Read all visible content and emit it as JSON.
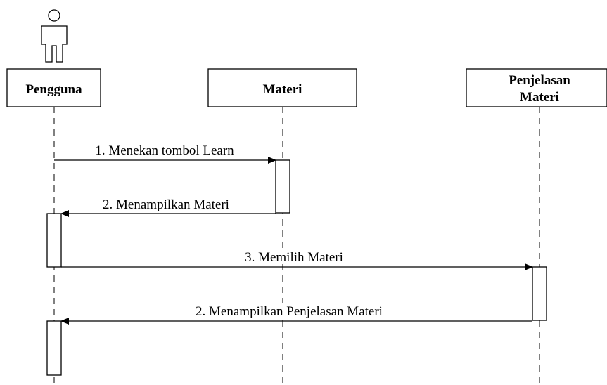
{
  "participants": [
    {
      "id": "pengguna",
      "lines": [
        "Pengguna"
      ],
      "is_actor": true
    },
    {
      "id": "materi",
      "lines": [
        "Materi"
      ],
      "is_actor": false
    },
    {
      "id": "penjelasan",
      "lines": [
        "Penjelasan",
        "Materi"
      ],
      "is_actor": false
    }
  ],
  "messages": [
    {
      "label": "1. Menekan tombol Learn",
      "from": "pengguna",
      "to": "materi",
      "direction": "right"
    },
    {
      "label": "2. Menampilkan Materi",
      "from": "materi",
      "to": "pengguna",
      "direction": "left"
    },
    {
      "label": "3. Memilih Materi",
      "from": "pengguna",
      "to": "penjelasan",
      "direction": "right"
    },
    {
      "label": "2. Menampilkan Penjelasan Materi",
      "from": "penjelasan",
      "to": "pengguna",
      "direction": "left"
    }
  ],
  "colors": {
    "line": "#000000",
    "background": "#ffffff"
  }
}
